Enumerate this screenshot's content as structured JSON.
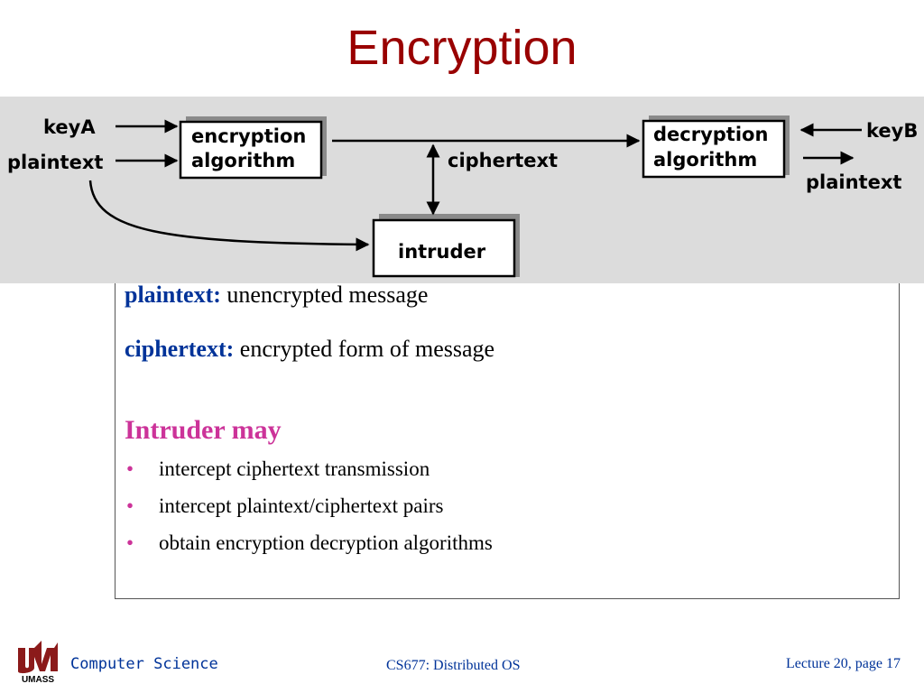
{
  "title": "Encryption",
  "diagram": {
    "key_a": "keyA",
    "plaintext_in": "plaintext",
    "encryption_line1": "encryption",
    "encryption_line2": "algorithm",
    "ciphertext": "ciphertext",
    "decryption_line1": "decryption",
    "decryption_line2": "algorithm",
    "key_b": "keyB",
    "plaintext_out": "plaintext",
    "intruder": "intruder"
  },
  "definitions": [
    {
      "term": "plaintext:",
      "text": " unencrypted message"
    },
    {
      "term": "ciphertext:",
      "text": " encrypted form of message"
    }
  ],
  "intruder_heading": "Intruder may",
  "bullet_symbol": "•",
  "bullets": [
    "intercept ciphertext transmission",
    "intercept plaintext/ciphertext pairs",
    "obtain encryption decryption algorithms"
  ],
  "footer": {
    "logo_text": "UMASS",
    "department": "Computer Science",
    "course": "CS677: Distributed OS",
    "page": "Lecture 20, page 17"
  },
  "colors": {
    "title": "#990000",
    "term": "#003399",
    "intruder_heading": "#cc3399",
    "logo": "#8b1a1a"
  }
}
